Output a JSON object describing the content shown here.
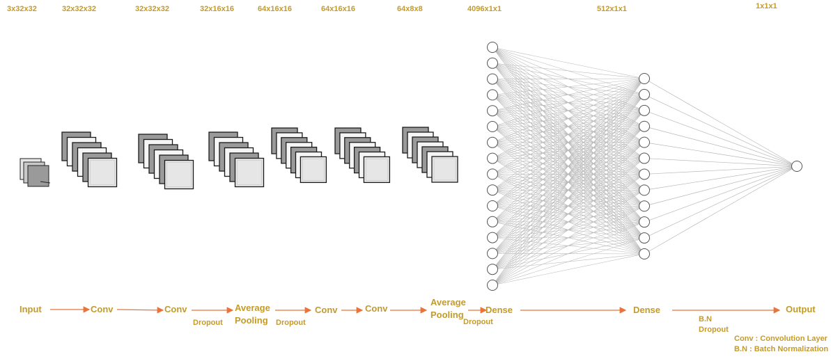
{
  "dimensions": [
    "3x32x32",
    "32x32x32",
    "32x32x32",
    "32x16x16",
    "64x16x16",
    "64x16x16",
    "64x8x8",
    "4096x1x1",
    "512x1x1",
    "1x1x1"
  ],
  "stages": {
    "input": "Input",
    "conv1": "Conv",
    "conv2": "Conv",
    "avgpool1_line1": "Average",
    "avgpool1_line2": "Pooling",
    "conv3": "Conv",
    "conv4": "Conv",
    "avgpool2_line1": "Average",
    "avgpool2_line2": "Pooling",
    "dense1": "Dense",
    "dense2": "Dense",
    "output": "Output"
  },
  "dropout_labels": [
    "Dropout",
    "Dropout",
    "Dropout",
    "Dropout"
  ],
  "bn_label": "B.N",
  "legend": {
    "conv": "Conv : Convolution Layer",
    "bn": "B.N : Batch Normalization"
  },
  "network": {
    "layer1_nodes": 16,
    "layer2_nodes": 12,
    "layer3_nodes": 1
  },
  "colors": {
    "label": "#c49a2a",
    "arrow": "#e8743b",
    "edge": "#b8b8b8",
    "node_stroke": "#555555",
    "map_dark": "#9a9a9a",
    "map_light": "#e6e6e6"
  }
}
